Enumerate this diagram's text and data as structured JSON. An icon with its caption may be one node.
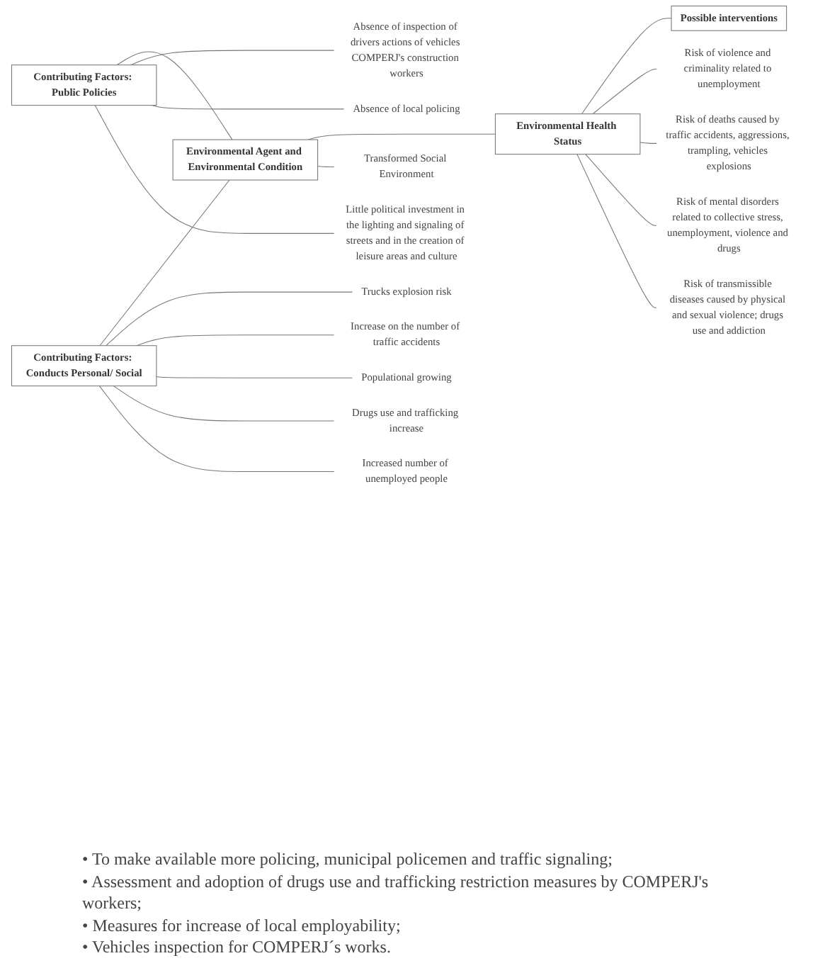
{
  "diagram": {
    "nodes": [
      {
        "text": [
          "Contributing Factors: Public Policies"
        ]
      },
      {
        "text": [
          "Little political investment in the lighting and signaling of streets and in the creation of leisure areas and culture"
        ]
      },
      {
        "text": [
          "Absence of local policing"
        ]
      },
      {
        "text": [
          "Absence of inspection of drivers actions of vehicles COMPERJ's construction workers"
        ]
      },
      {
        "text": [
          "Contributing Factors: Conducts Personal/ Social"
        ]
      },
      {
        "text": [
          "Increased number of unemployed people"
        ]
      },
      {
        "text": [
          "Drugs use and trafficking increase"
        ]
      },
      {
        "text": [
          "Populational growing"
        ]
      },
      {
        "text": [
          "Increase on the number of traffic accidents"
        ]
      },
      {
        "text": [
          "Trucks explosion risk"
        ]
      },
      {
        "text": [
          "Environmental Agent and Environmental Condition"
        ]
      },
      {
        "text": [
          "Transformed Social Environment"
        ]
      },
      {
        "text": [
          "Environmental Health Status"
        ]
      },
      {
        "text": [
          "Risk of transmissible diseases caused by physical and sexual violence; drugs use and addiction"
        ]
      },
      {
        "text": [
          "Risk of mental disorders related to collective stress, unemployment, violence and drugs"
        ]
      },
      {
        "text": [
          "Risk of deaths caused by traffic accidents, aggressions, trampling, vehicles explosions"
        ]
      },
      {
        "text": [
          "Risk of violence and criminality related to unemployment"
        ]
      },
      {
        "text": [
          "Possible interventions"
        ]
      }
    ],
    "edges": [
      {
        "from": 0,
        "to": 1,
        "arrow": "none"
      },
      {
        "from": 0,
        "to": 2,
        "arrow": "none"
      },
      {
        "from": 0,
        "to": 3,
        "arrow": "none"
      },
      {
        "from": 4,
        "to": 5,
        "arrow": "none"
      },
      {
        "from": 4,
        "to": 6,
        "arrow": "none"
      },
      {
        "from": 4,
        "to": 7,
        "arrow": "none"
      },
      {
        "from": 4,
        "to": 8,
        "arrow": "none"
      },
      {
        "from": 4,
        "to": 9,
        "arrow": "none"
      },
      {
        "from": 0,
        "to": 10,
        "arrow": "none"
      },
      {
        "from": 4,
        "to": 10,
        "arrow": "none"
      },
      {
        "from": 10,
        "to": 11,
        "arrow": "none"
      },
      {
        "from": 10,
        "to": 12,
        "arrow": "none"
      },
      {
        "from": 12,
        "to": 13,
        "arrow": "none"
      },
      {
        "from": 12,
        "to": 14,
        "arrow": "none"
      },
      {
        "from": 12,
        "to": 15,
        "arrow": "none"
      },
      {
        "from": 12,
        "to": 16,
        "arrow": "none"
      },
      {
        "from": 12,
        "to": 17,
        "arrow": "none"
      }
    ],
    "labels": [
      "• To make available more policing, municipal policemen and traffic signaling;",
      "• Assessment and adoption of drugs use and trafficking restriction measures by COMPERJ's workers;",
      "• Measures for increase of local employability;",
      "• Vehicles inspection for COMPERJ´s works."
    ]
  }
}
